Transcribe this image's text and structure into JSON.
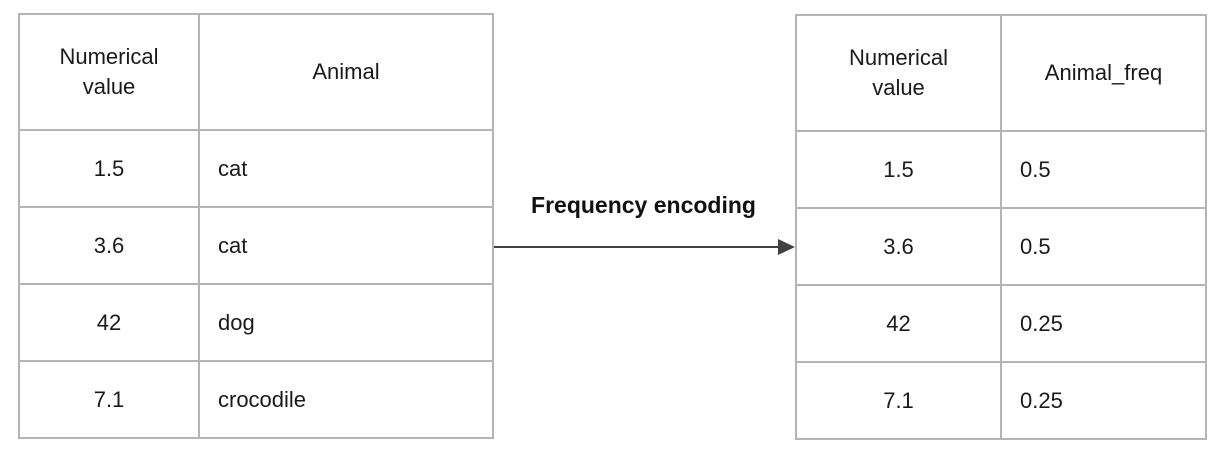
{
  "diagram": {
    "arrow_label": "Frequency encoding"
  },
  "left_table": {
    "headers": [
      "Numerical value",
      "Animal"
    ],
    "rows": [
      [
        "1.5",
        "cat"
      ],
      [
        "3.6",
        "cat"
      ],
      [
        "42",
        "dog"
      ],
      [
        "7.1",
        "crocodile"
      ]
    ]
  },
  "right_table": {
    "headers": [
      "Numerical value",
      "Animal_freq"
    ],
    "rows": [
      [
        "1.5",
        "0.5"
      ],
      [
        "3.6",
        "0.5"
      ],
      [
        "42",
        "0.25"
      ],
      [
        "7.1",
        "0.25"
      ]
    ]
  },
  "colors": {
    "table_border": "#b4b4b4",
    "arrow": "#404040",
    "text": "#1a1a1a"
  }
}
